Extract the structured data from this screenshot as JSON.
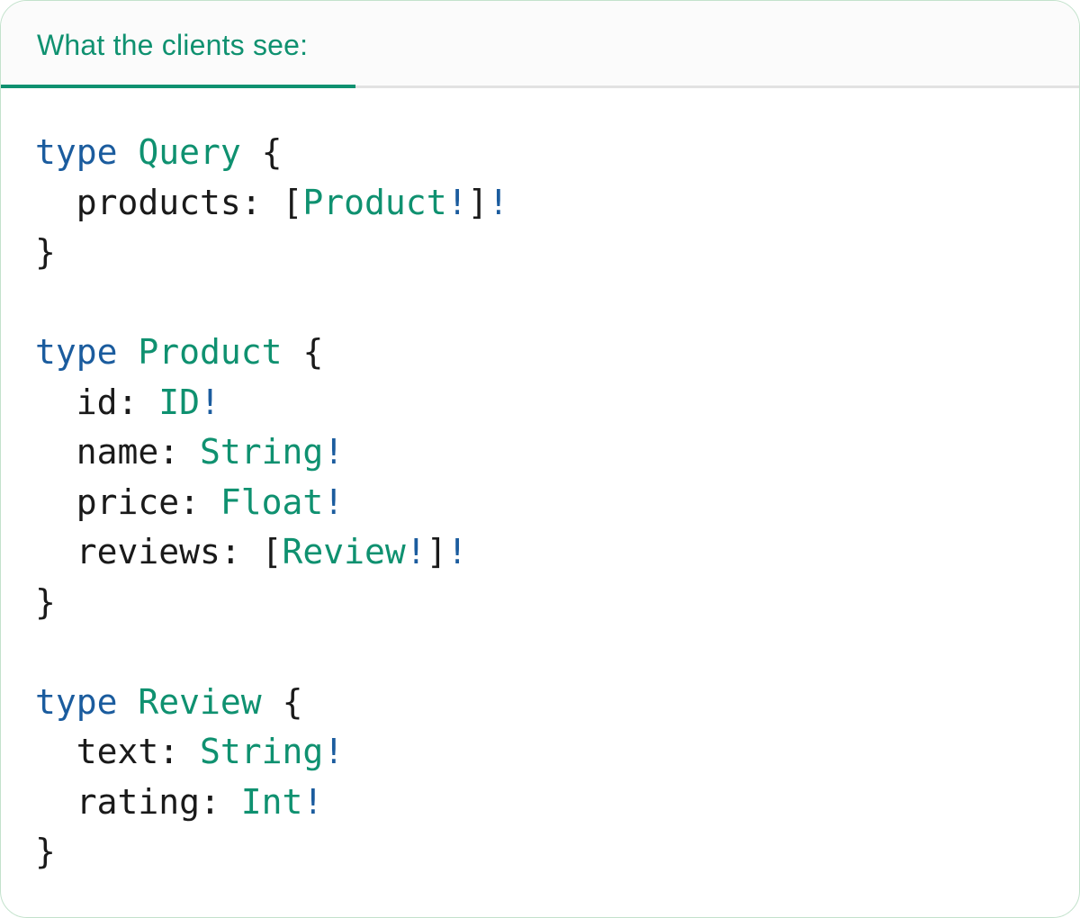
{
  "colors": {
    "accent_teal": "#0f9170",
    "keyword_blue": "#1b5c9e",
    "code_ink": "#1a1a1a",
    "rule_gray": "#e2e2e2",
    "card_border_green": "#c3e2cc",
    "header_background": "#fbfbfb"
  },
  "header": {
    "tab_label": "What the clients see:"
  },
  "code": {
    "language": "graphql-sdl",
    "lines": [
      [
        {
          "t": "type",
          "c": "kw"
        },
        {
          "t": " ",
          "c": "plain"
        },
        {
          "t": "Query",
          "c": "type"
        },
        {
          "t": " {",
          "c": "plain"
        }
      ],
      [
        {
          "t": "  products: [",
          "c": "plain"
        },
        {
          "t": "Product",
          "c": "type"
        },
        {
          "t": "!",
          "c": "bang"
        },
        {
          "t": "]",
          "c": "plain"
        },
        {
          "t": "!",
          "c": "bang"
        }
      ],
      [
        {
          "t": "}",
          "c": "plain"
        }
      ],
      [],
      [
        {
          "t": "type",
          "c": "kw"
        },
        {
          "t": " ",
          "c": "plain"
        },
        {
          "t": "Product",
          "c": "type"
        },
        {
          "t": " {",
          "c": "plain"
        }
      ],
      [
        {
          "t": "  id: ",
          "c": "plain"
        },
        {
          "t": "ID",
          "c": "type"
        },
        {
          "t": "!",
          "c": "bang"
        }
      ],
      [
        {
          "t": "  name: ",
          "c": "plain"
        },
        {
          "t": "String",
          "c": "type"
        },
        {
          "t": "!",
          "c": "bang"
        }
      ],
      [
        {
          "t": "  price: ",
          "c": "plain"
        },
        {
          "t": "Float",
          "c": "type"
        },
        {
          "t": "!",
          "c": "bang"
        }
      ],
      [
        {
          "t": "  reviews: [",
          "c": "plain"
        },
        {
          "t": "Review",
          "c": "type"
        },
        {
          "t": "!",
          "c": "bang"
        },
        {
          "t": "]",
          "c": "plain"
        },
        {
          "t": "!",
          "c": "bang"
        }
      ],
      [
        {
          "t": "}",
          "c": "plain"
        }
      ],
      [],
      [
        {
          "t": "type",
          "c": "kw"
        },
        {
          "t": " ",
          "c": "plain"
        },
        {
          "t": "Review",
          "c": "type"
        },
        {
          "t": " {",
          "c": "plain"
        }
      ],
      [
        {
          "t": "  text: ",
          "c": "plain"
        },
        {
          "t": "String",
          "c": "type"
        },
        {
          "t": "!",
          "c": "bang"
        }
      ],
      [
        {
          "t": "  rating: ",
          "c": "plain"
        },
        {
          "t": "Int",
          "c": "type"
        },
        {
          "t": "!",
          "c": "bang"
        }
      ],
      [
        {
          "t": "}",
          "c": "plain"
        }
      ]
    ]
  }
}
